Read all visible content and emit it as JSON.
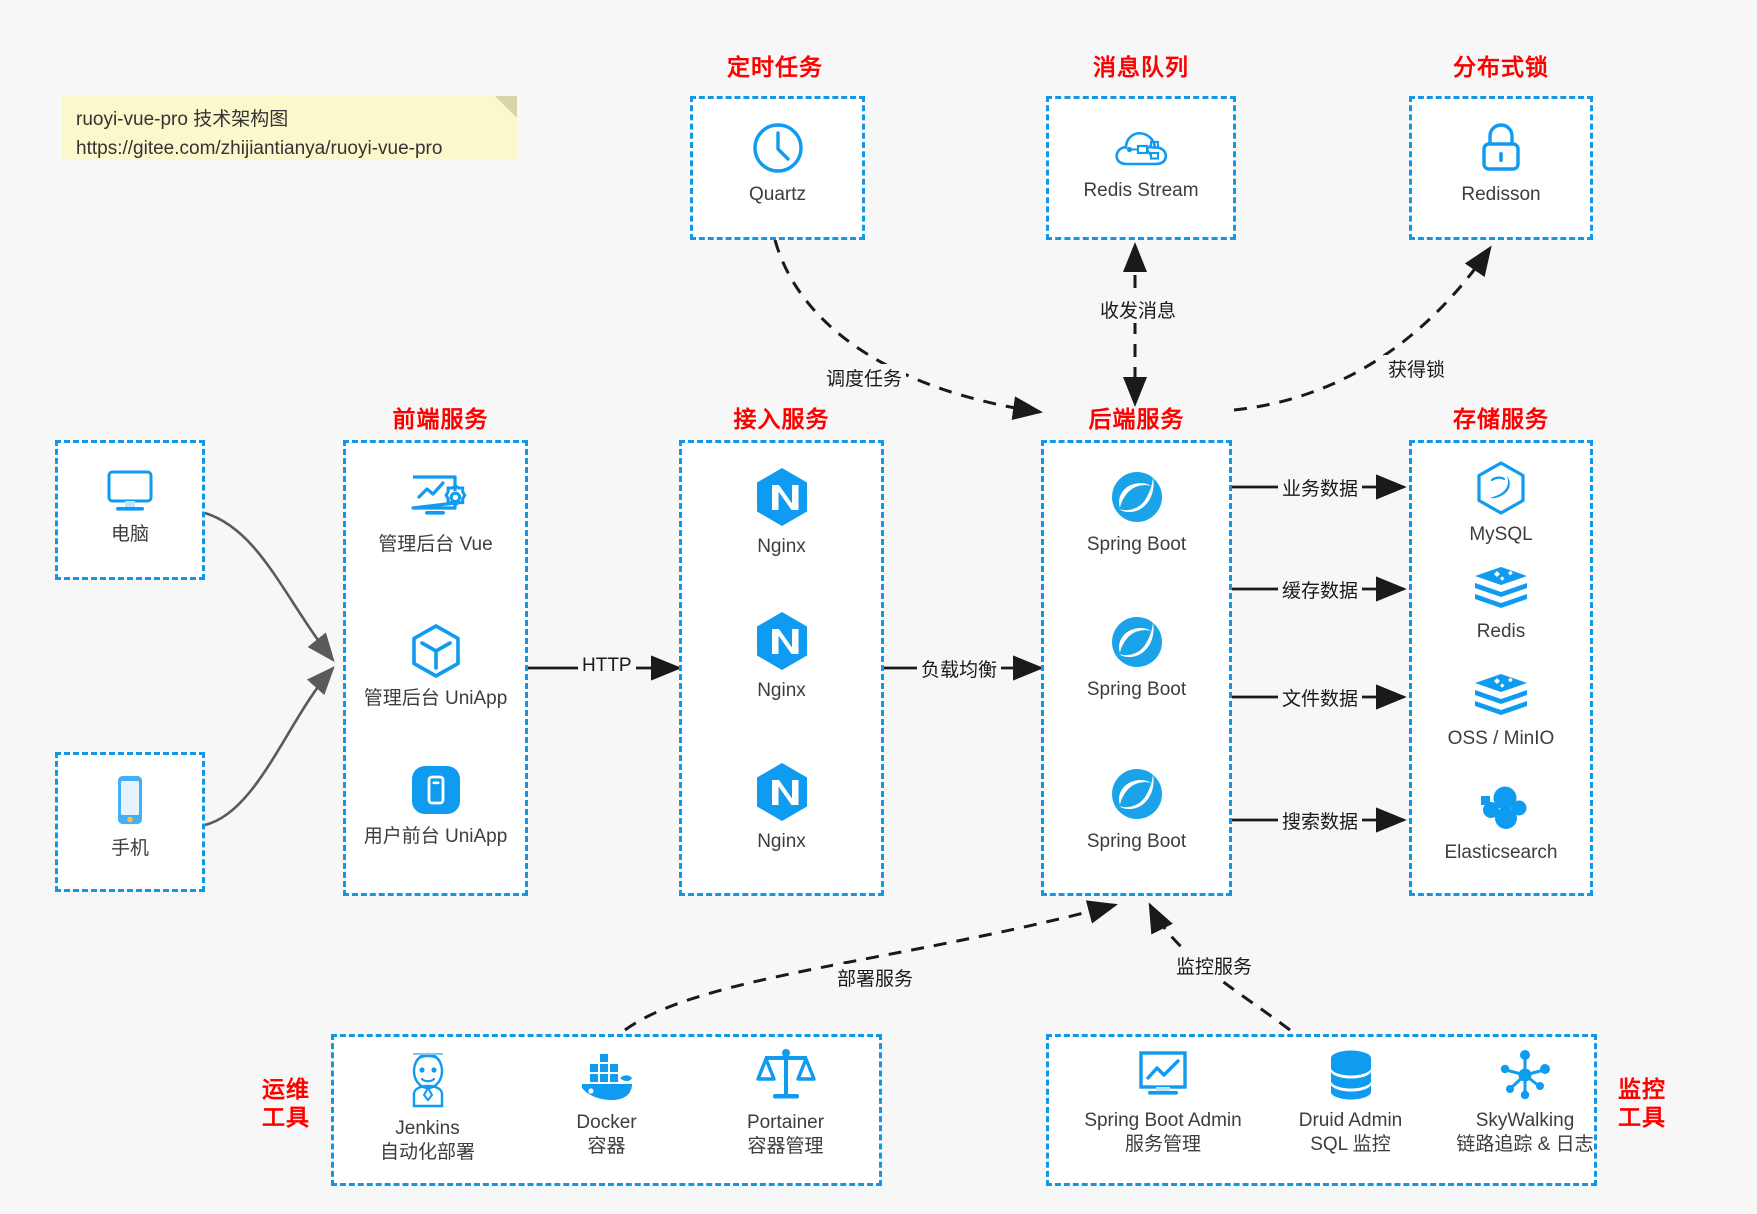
{
  "note": {
    "line1": "ruoyi-vue-pro 技术架构图",
    "line2": "https://gitee.com/zhijiantianya/ruoyi-vue-pro"
  },
  "colors": {
    "accent_blue": "#1296e6",
    "icon_blue": "#0f9bf0",
    "group_label_red": "#ff0000",
    "canvas": "#f7f7f7",
    "note_yellow": "#fbf8cc",
    "wire_gray": "#5a5a5a",
    "wire_black": "#1a1a1a"
  },
  "groups": {
    "scheduler": "定时任务",
    "mq": "消息队列",
    "lock": "分布式锁",
    "frontend": "前端服务",
    "gateway": "接入服务",
    "backend": "后端服务",
    "storage": "存储服务",
    "ops": "运维\n工具",
    "ops_l1": "运维",
    "ops_l2": "工具",
    "monitor_l1": "监控",
    "monitor_l2": "工具"
  },
  "clients": [
    {
      "label": "电脑",
      "icon": "monitor-icon"
    },
    {
      "label": "手机",
      "icon": "phone-icon"
    }
  ],
  "scheduler_nodes": [
    {
      "label": "Quartz",
      "icon": "clock-icon"
    }
  ],
  "mq_nodes": [
    {
      "label": "Redis Stream",
      "icon": "cloud-stream-icon"
    }
  ],
  "lock_nodes": [
    {
      "label": "Redisson",
      "icon": "lock-icon"
    }
  ],
  "frontend_nodes": [
    {
      "label": "管理后台 Vue",
      "icon": "dashboard-gear-icon"
    },
    {
      "label": "管理后台 UniApp",
      "icon": "cube-icon"
    },
    {
      "label": "用户前台 UniApp",
      "icon": "mobile-app-icon"
    }
  ],
  "gateway_nodes": [
    {
      "label": "Nginx",
      "icon": "nginx-icon"
    },
    {
      "label": "Nginx",
      "icon": "nginx-icon"
    },
    {
      "label": "Nginx",
      "icon": "nginx-icon"
    }
  ],
  "backend_nodes": [
    {
      "label": "Spring Boot",
      "icon": "spring-leaf-icon"
    },
    {
      "label": "Spring Boot",
      "icon": "spring-leaf-icon"
    },
    {
      "label": "Spring Boot",
      "icon": "spring-leaf-icon"
    }
  ],
  "storage_nodes": [
    {
      "label": "MySQL",
      "icon": "mysql-dolphin-icon"
    },
    {
      "label": "Redis",
      "icon": "redis-stack-icon"
    },
    {
      "label": "OSS / MinIO",
      "icon": "object-storage-icon"
    },
    {
      "label": "Elasticsearch",
      "icon": "elasticsearch-icon"
    }
  ],
  "ops_nodes": [
    {
      "label": "Jenkins",
      "sub": "自动化部署",
      "icon": "jenkins-butler-icon"
    },
    {
      "label": "Docker",
      "sub": "容器",
      "icon": "docker-whale-icon"
    },
    {
      "label": "Portainer",
      "sub": "容器管理",
      "icon": "scales-icon"
    }
  ],
  "monitor_nodes": [
    {
      "label": "Spring Boot Admin",
      "sub": "服务管理",
      "icon": "monitor-chart-icon"
    },
    {
      "label": "Druid Admin",
      "sub": "SQL 监控",
      "icon": "database-icon"
    },
    {
      "label": "SkyWalking",
      "sub": "链路追踪 & 日志",
      "icon": "skywalking-icon"
    }
  ],
  "edges": {
    "http": "HTTP",
    "load_balance": "负载均衡",
    "schedule_task": "调度任务",
    "send_receive_msg": "收发消息",
    "acquire_lock": "获得锁",
    "business_data": "业务数据",
    "cache_data": "缓存数据",
    "file_data": "文件数据",
    "search_data": "搜索数据",
    "deploy_service": "部署服务",
    "monitor_service": "监控服务"
  }
}
